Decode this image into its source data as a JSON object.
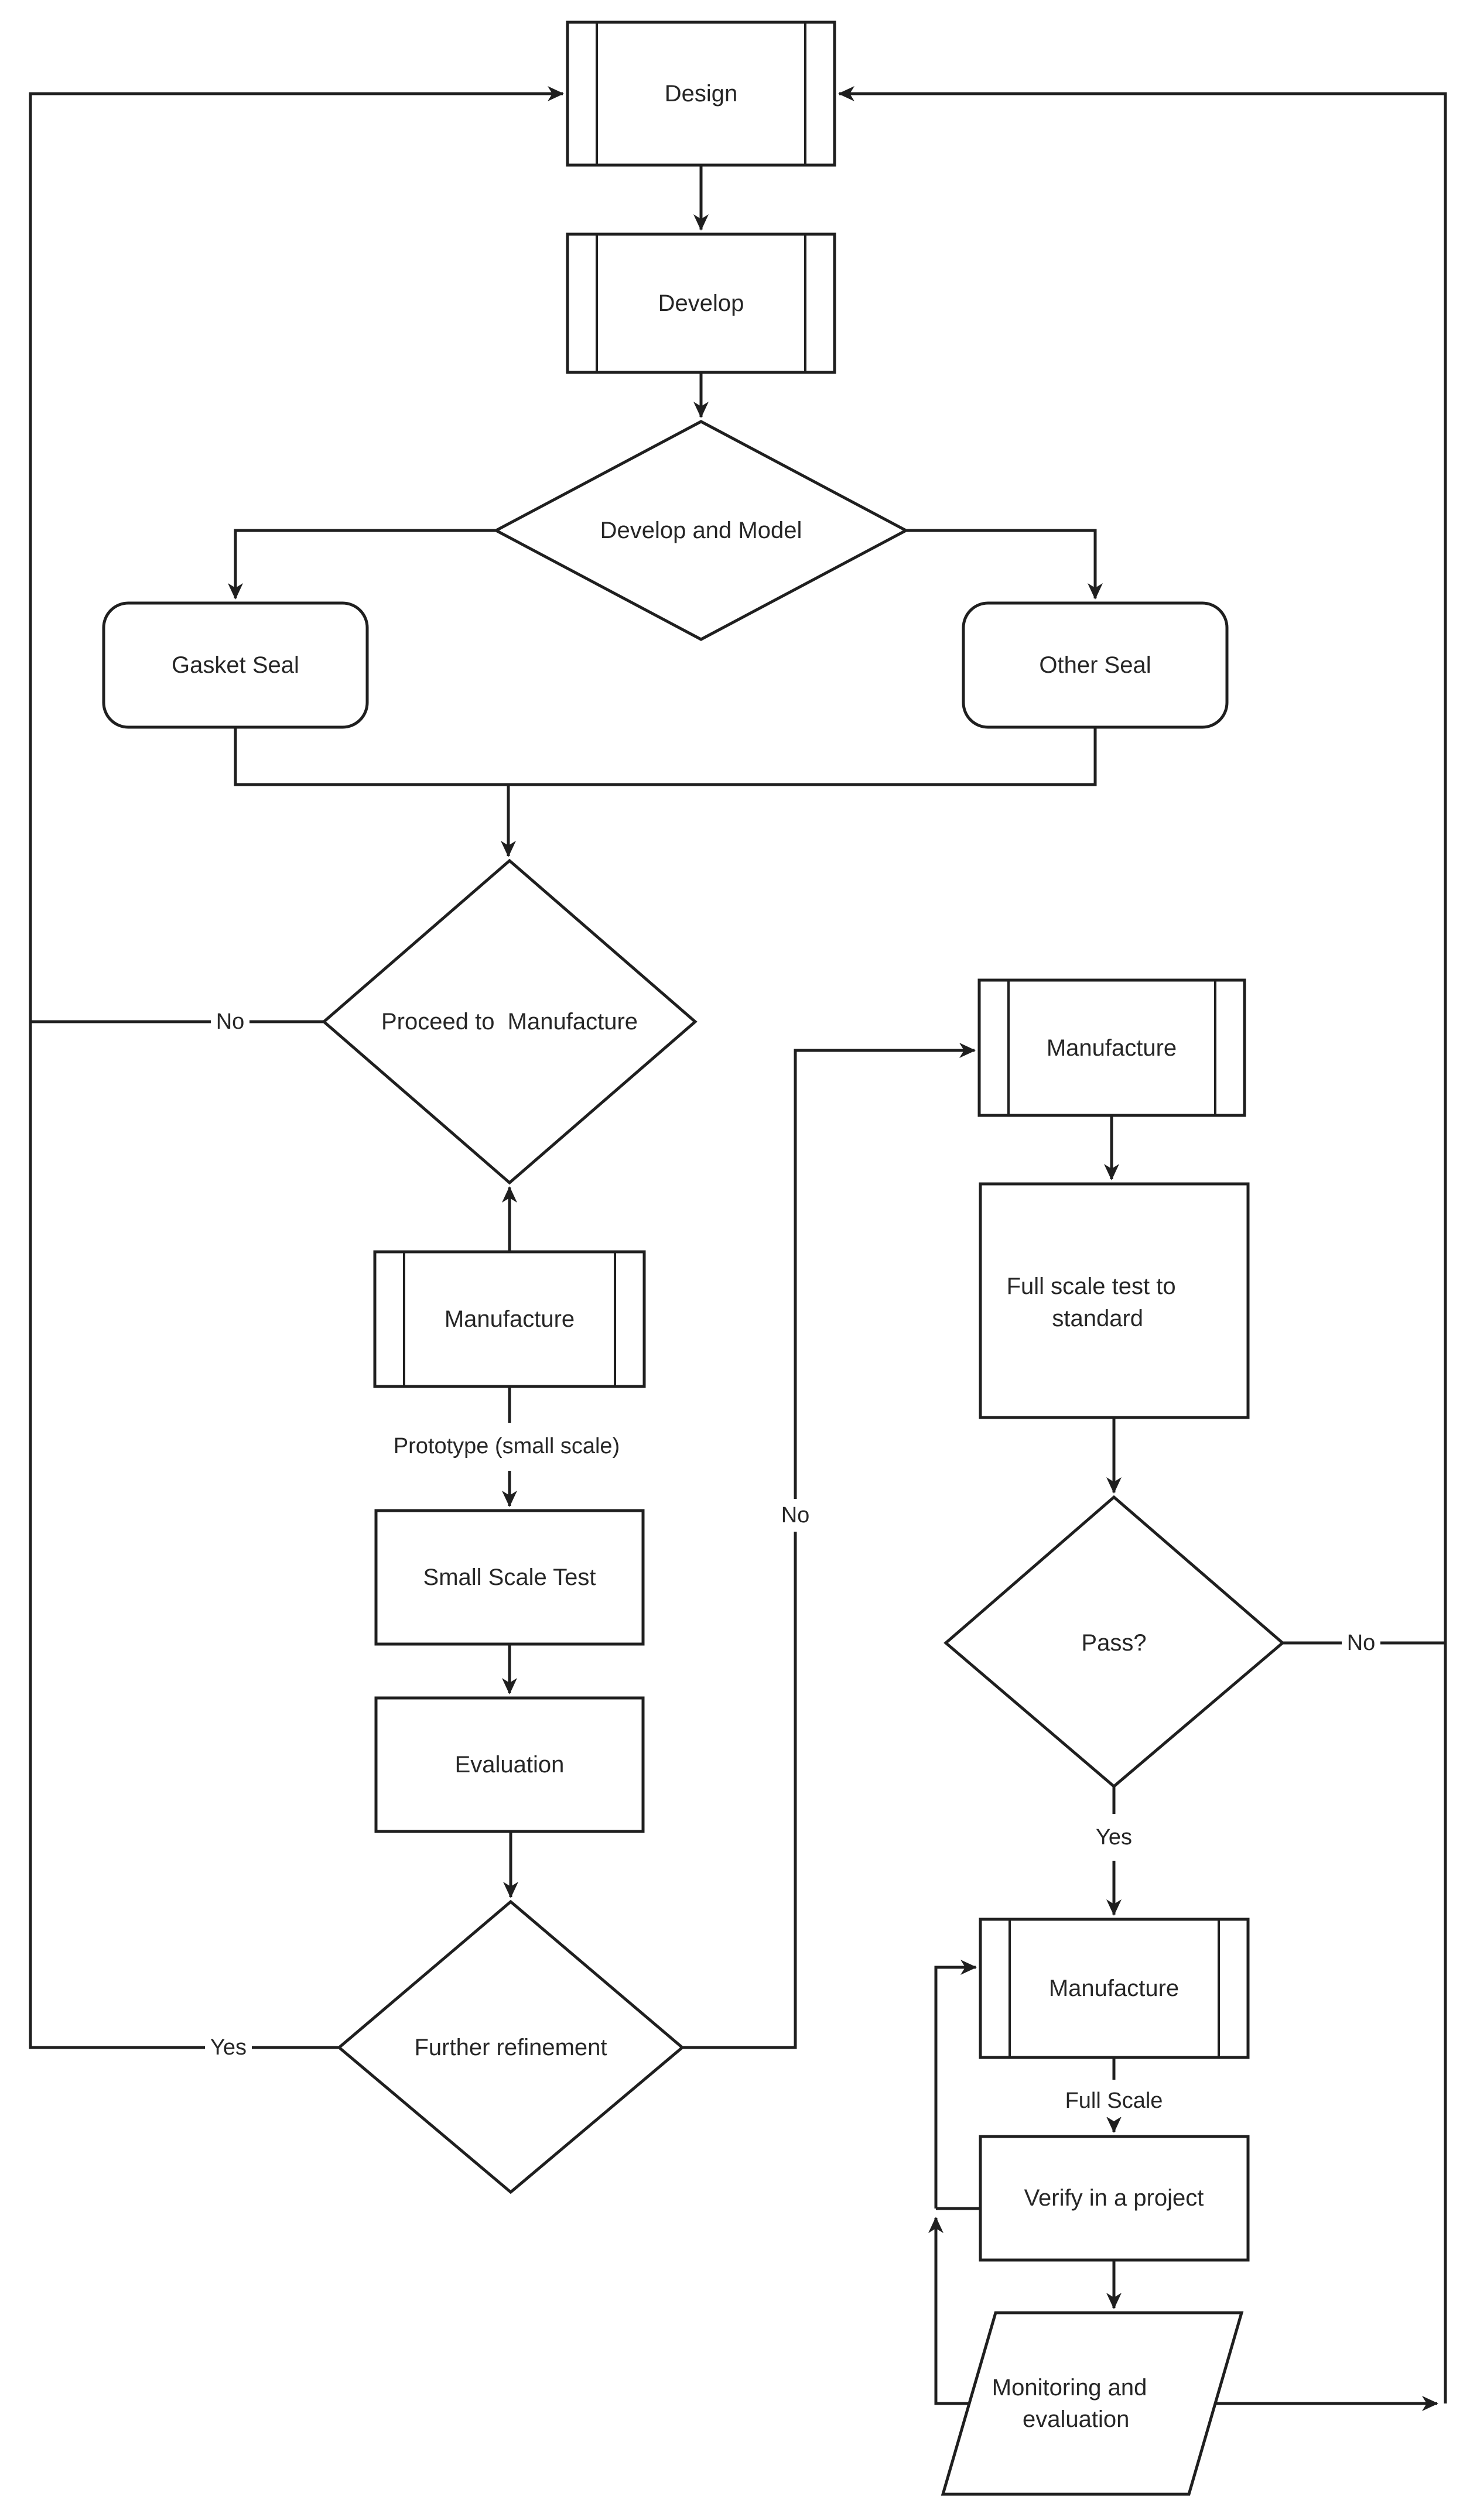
{
  "diagram": {
    "background": "#ffffff",
    "line_color": "#1f1f1f",
    "text_color": "#262626",
    "nodes": {
      "design": {
        "label": "Design",
        "shape": "predefined-process"
      },
      "develop": {
        "label": "Develop",
        "shape": "predefined-process"
      },
      "develop_and_model": {
        "label": "Develop and Model",
        "shape": "decision"
      },
      "gasket_seal": {
        "label": "Gasket Seal",
        "shape": "rounded-process"
      },
      "other_seal": {
        "label": "Other Seal",
        "shape": "rounded-process"
      },
      "proceed_to_manufacture": {
        "label": "Proceed to  Manufacture",
        "shape": "decision"
      },
      "manufacture_prototype": {
        "label": "Manufacture",
        "shape": "predefined-process"
      },
      "small_scale_test": {
        "label": "Small Scale Test",
        "shape": "process"
      },
      "evaluation": {
        "label": "Evaluation",
        "shape": "process"
      },
      "further_refinement": {
        "label": "Further refinement",
        "shape": "decision"
      },
      "manufacture_full_scale": {
        "label": "Manufacture",
        "shape": "predefined-process"
      },
      "full_scale_test": {
        "line1": "Full scale test to",
        "line2": "standard",
        "shape": "process"
      },
      "pass": {
        "label": "Pass?",
        "shape": "decision"
      },
      "manufacture_final": {
        "label": "Manufacture",
        "shape": "predefined-process"
      },
      "verify_in_a_project": {
        "label": "Verify in a project",
        "shape": "process"
      },
      "monitoring_and_evaluation": {
        "line1": "Monitoring and",
        "line2": "evaluation",
        "shape": "parallelogram"
      }
    },
    "edge_labels": {
      "proceed_no": "No",
      "further_refinement_yes": "Yes",
      "further_refinement_no": "No",
      "prototype_note": "Prototype (small scale)",
      "pass_no": "No",
      "pass_yes": "Yes",
      "full_scale_note": "Full Scale"
    }
  }
}
